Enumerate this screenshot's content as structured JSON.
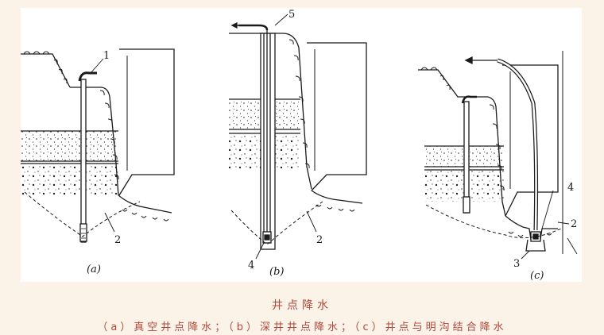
{
  "figure": {
    "panels": [
      {
        "id": "a",
        "label": "(a)",
        "callouts": [
          "1",
          "2"
        ]
      },
      {
        "id": "b",
        "label": "(b)",
        "callouts": [
          "5",
          "2",
          "4"
        ]
      },
      {
        "id": "c",
        "label": "(c)",
        "callouts": [
          "4",
          "2",
          "3"
        ]
      }
    ]
  },
  "caption": {
    "title": "井点降水",
    "subtitle": "（a）真空井点降水；（b）深井井点降水；（c）井点与明沟结合降水"
  }
}
